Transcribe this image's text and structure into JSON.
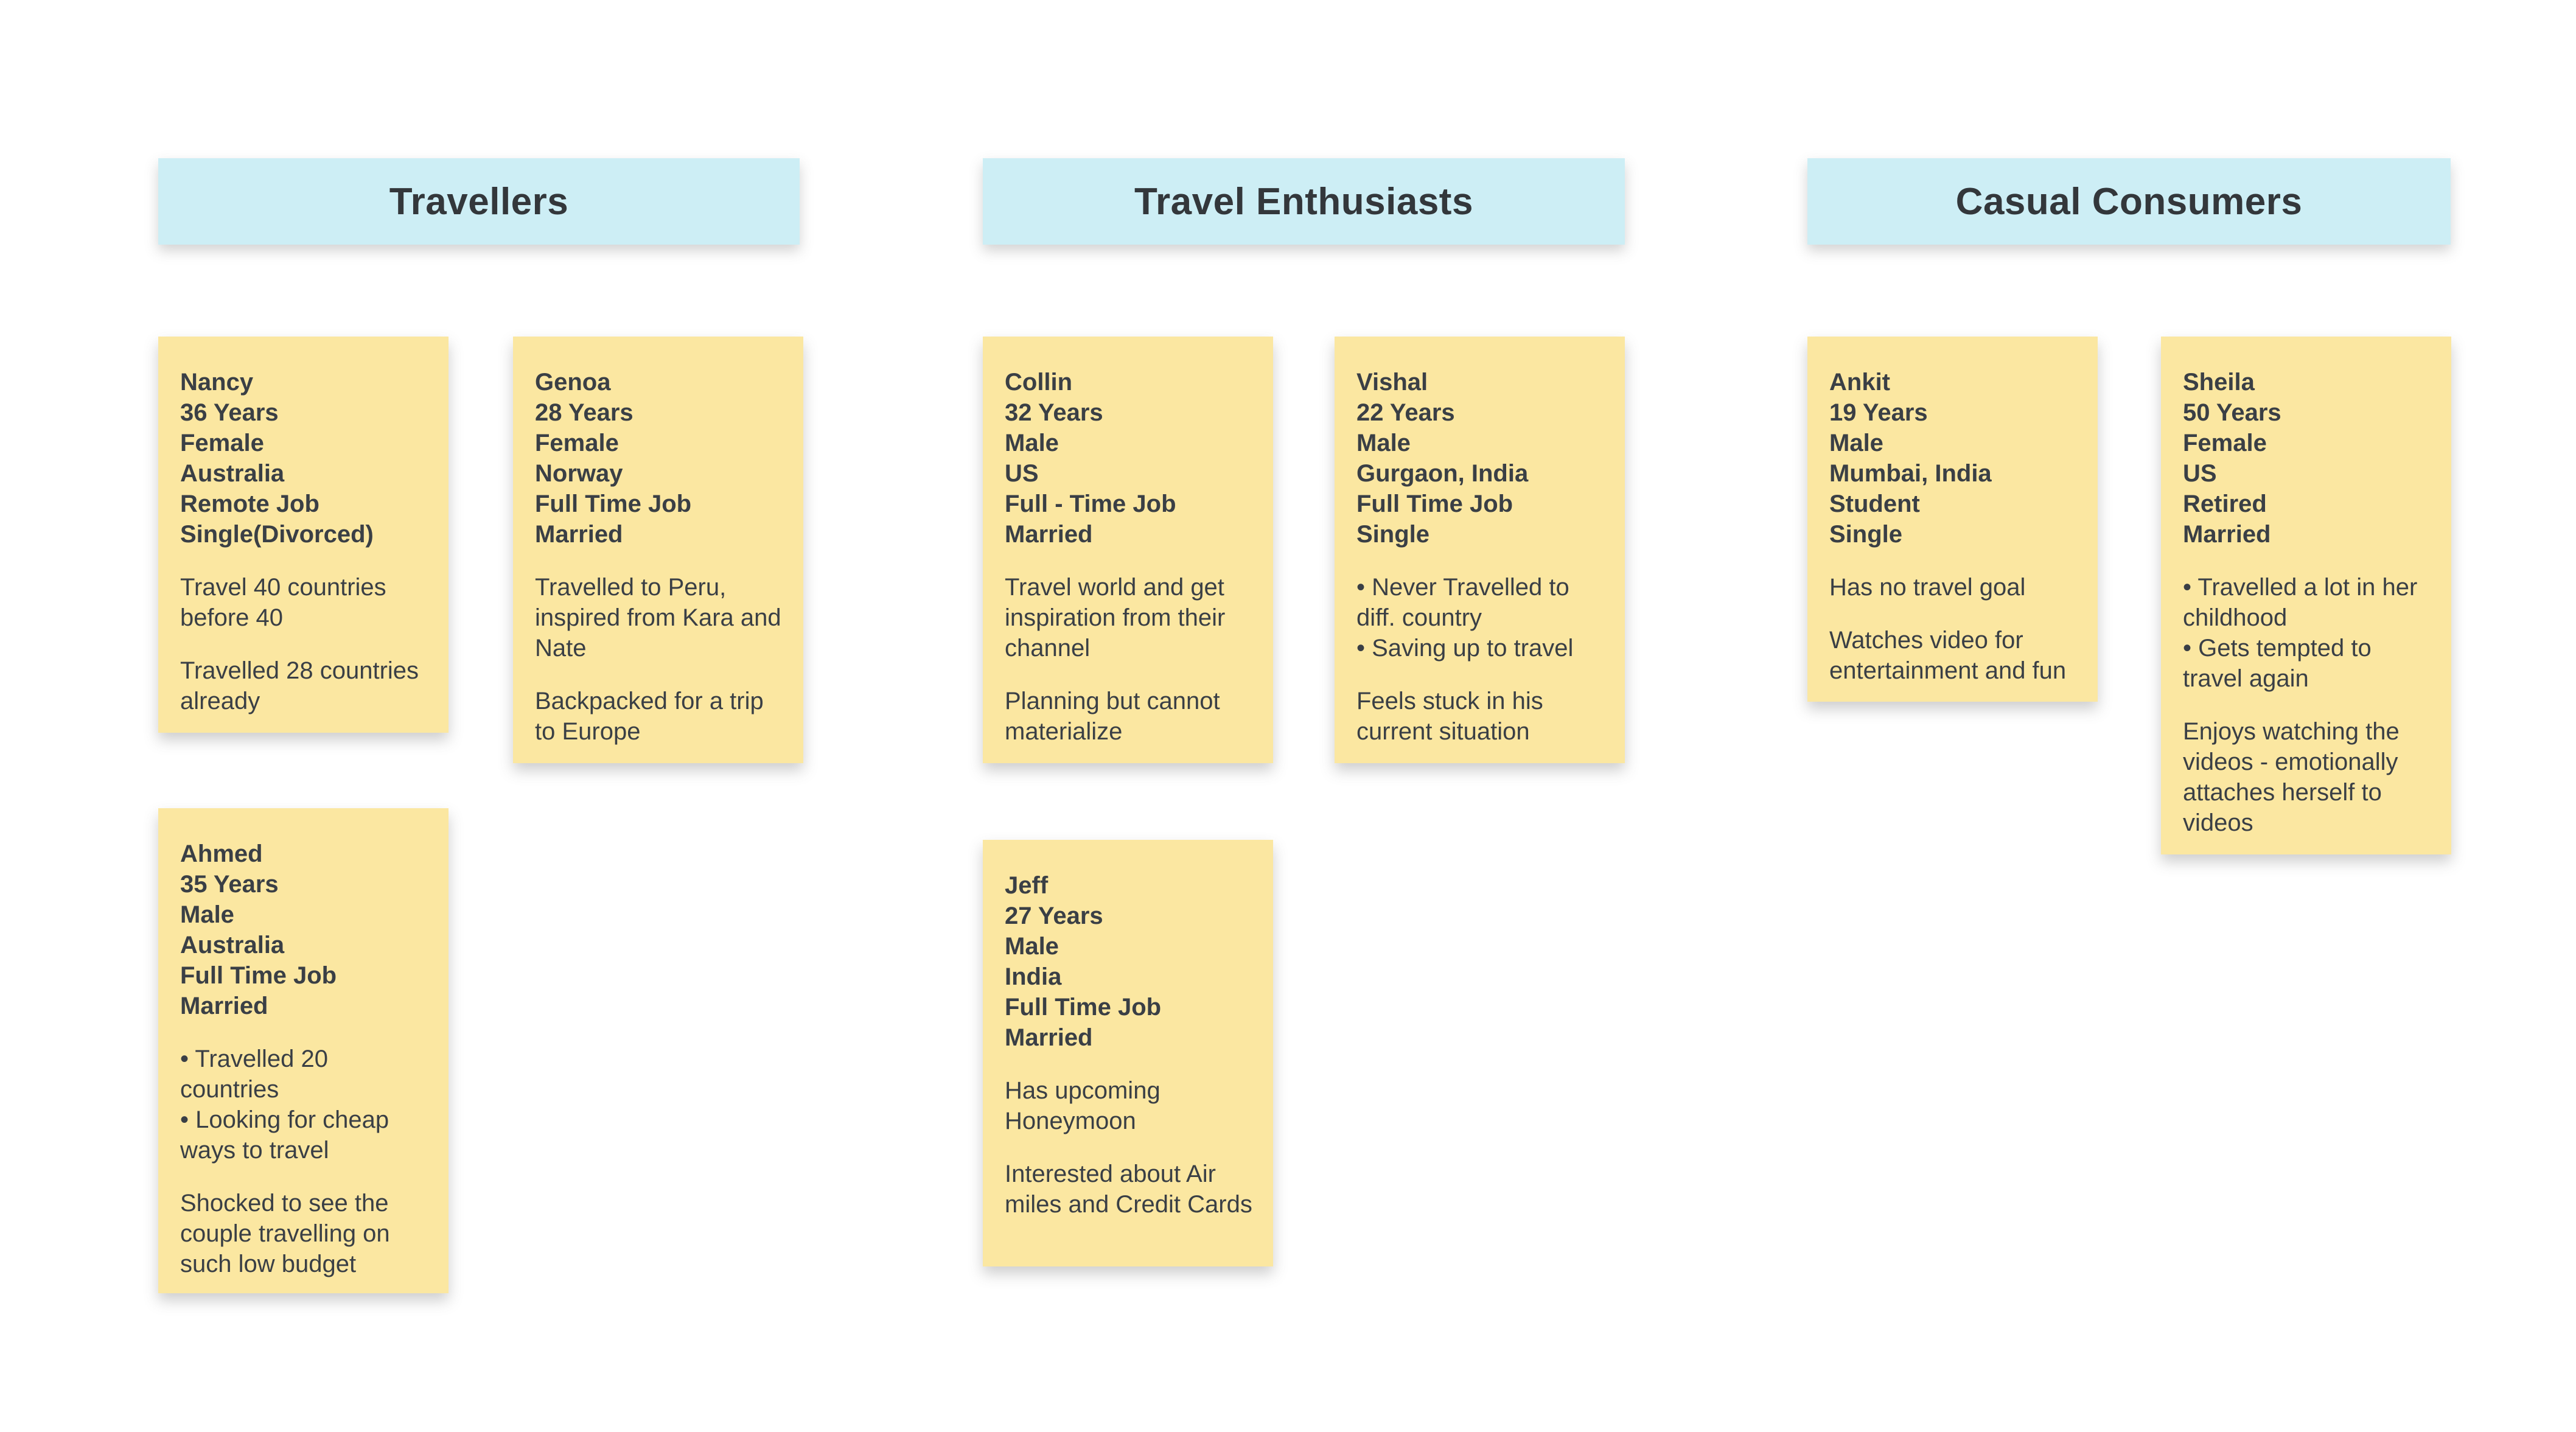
{
  "colors": {
    "canvas_bg": "#ffffff",
    "header_bg": "#cdeef5",
    "note_bg": "#fbe7a1",
    "text": "#3a3f45"
  },
  "columns": [
    {
      "header": "Travellers",
      "notes": [
        {
          "profile": "Nancy\n36 Years\nFemale\nAustralia\nRemote Job\nSingle(Divorced)",
          "paragraphs": [
            "Travel 40 countries before 40",
            "Travelled 28 countries already"
          ]
        },
        {
          "profile": "Genoa\n28 Years\nFemale\nNorway\nFull Time Job\nMarried",
          "paragraphs": [
            "Travelled to Peru, inspired from Kara and Nate",
            "Backpacked for a trip to Europe"
          ]
        },
        {
          "profile": "Ahmed\n35 Years\nMale\nAustralia\nFull Time Job\nMarried",
          "paragraphs": [
            "• Travelled 20 countries\n• Looking for cheap ways to travel",
            "Shocked to see the couple travelling on such low budget"
          ]
        }
      ]
    },
    {
      "header": "Travel Enthusiasts",
      "notes": [
        {
          "profile": "Collin\n32 Years\nMale\nUS\nFull - Time Job\nMarried",
          "paragraphs": [
            "Travel world and get inspiration from their channel",
            "Planning but cannot materialize"
          ]
        },
        {
          "profile": "Vishal\n22 Years\nMale\nGurgaon, India\nFull Time Job\nSingle",
          "paragraphs": [
            "• Never Travelled to diff. country\n• Saving up to travel",
            "Feels stuck in his current situation"
          ]
        },
        {
          "profile": "Jeff\n27 Years\nMale\nIndia\nFull Time Job\nMarried",
          "paragraphs": [
            "Has upcoming Honeymoon",
            "Interested about Air miles and Credit Cards"
          ]
        }
      ]
    },
    {
      "header": "Casual Consumers",
      "notes": [
        {
          "profile": "Ankit\n19 Years\nMale\nMumbai, India\nStudent\nSingle",
          "paragraphs": [
            "Has no travel goal",
            "Watches video for entertainment and fun"
          ]
        },
        {
          "profile": "Sheila\n50 Years\nFemale\nUS\nRetired\nMarried",
          "paragraphs": [
            "• Travelled a lot in her childhood\n• Gets tempted to travel again",
            "Enjoys watching the videos - emotionally attaches herself to videos"
          ]
        }
      ]
    }
  ]
}
